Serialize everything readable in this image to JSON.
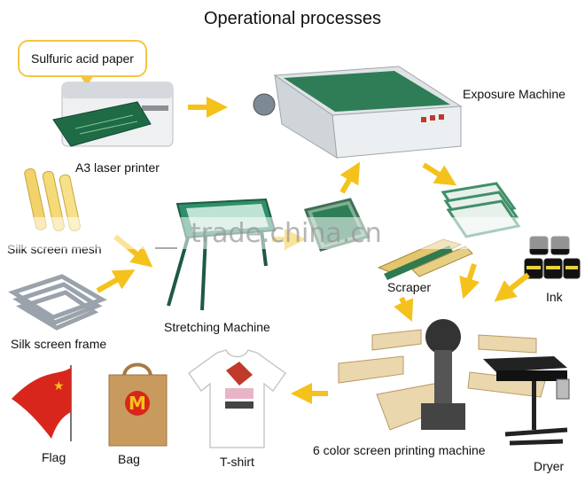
{
  "title": "Operational processes",
  "callout": "Sulfuric acid paper",
  "labels": {
    "printer": "A3 laser printer",
    "exposure": "Exposure Machine",
    "mesh": "Silk screen mesh",
    "frame": "Silk screen frame",
    "stretching": "Stretching Machine",
    "scraper": "Scraper",
    "ink": "Ink",
    "press": "6 color screen printing machine",
    "dryer": "Dryer",
    "flag": "Flag",
    "bag": "Bag",
    "tshirt": "T-shirt"
  },
  "watermark": "trade.china.cn",
  "colors": {
    "arrow": "#f5c21b",
    "screen_green": "#2e7d57",
    "frame_grey": "#9aa3ab",
    "wood": "#e8d3a8",
    "machine_white": "#e9ecef",
    "flag_red": "#d9261c",
    "bag_tan": "#c99a5e"
  }
}
